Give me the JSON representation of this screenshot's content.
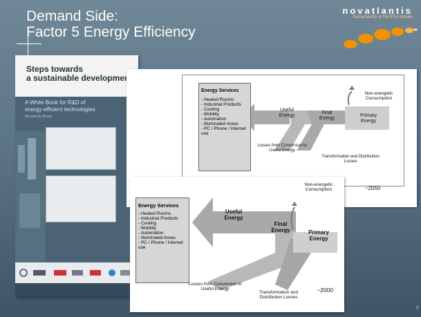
{
  "slide": {
    "title_line1": "Demand Side:",
    "title_line2": "Factor 5 Energy Efficiency",
    "logo_word": "novatlantis",
    "logo_tagline": "Sustainability at the ETH domain",
    "slide_number": "3"
  },
  "booklet": {
    "title_line1": "Steps towards",
    "title_line2": "a sustainable development",
    "subtitle_line1": "A White Book for R&D of",
    "subtitle_line2": "energy-efficient technologies",
    "author": "Novatlantis Board"
  },
  "diagram_2050": {
    "services_heading": "Energy Services",
    "services": [
      "- Heated Rooms",
      "- Industrial Products",
      "- Cooling",
      "- Mobility",
      "- Automation",
      "- Illuminated Areas",
      "- PC / Phone / Internet use"
    ],
    "useful_energy": "Useful Energy",
    "final_energy": "Final Energy",
    "primary_energy": "Primary Energy",
    "non_energetic": "Non-energetic Consumption",
    "losses_useful": "Losses from Conversion to Useful Energy",
    "losses_distribution": "Transformation and Distribution Losses",
    "year": "~2050"
  },
  "diagram_2000": {
    "services_heading": "Energy Services",
    "services": [
      "- Heated Rooms",
      "- Industrial Products",
      "- Cooling",
      "- Mobility",
      "- Automation",
      "- Illuminated Areas",
      "- PC / Phone / Internet use"
    ],
    "useful_energy": "Useful Energy",
    "final_energy": "Final Energy",
    "primary_energy": "Primary Energy",
    "non_energetic": "Non-energetic Consumption",
    "losses_useful": "Losses from Conversion to Useful Energy",
    "losses_distribution": "Transformation and Distribution Losses",
    "year": "~2000"
  },
  "colors": {
    "accent_orange": "#f39200",
    "slide_bg": "#6f8796",
    "arrow_gray": "#b5b5b5"
  }
}
